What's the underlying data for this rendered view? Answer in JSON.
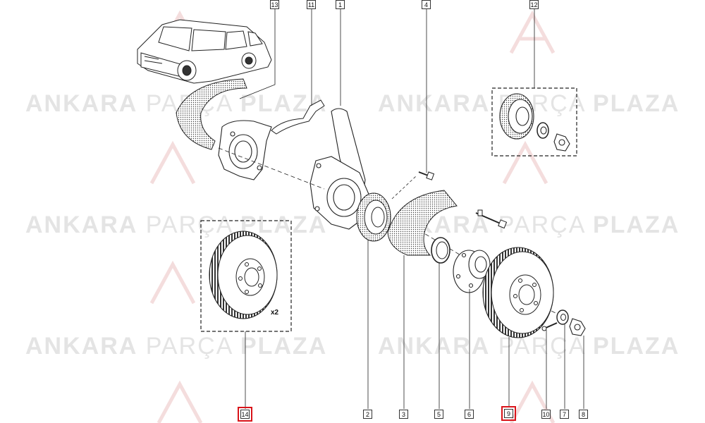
{
  "watermark": {
    "word1": "ANKARA",
    "word2": "PARÇA",
    "word3": "PLAZA"
  },
  "qty_note": "x2",
  "callouts": [
    {
      "label": "13",
      "highlight": false
    },
    {
      "label": "11",
      "highlight": false
    },
    {
      "label": "1",
      "highlight": false
    },
    {
      "label": "4",
      "highlight": false
    },
    {
      "label": "12",
      "highlight": false
    },
    {
      "label": "14",
      "highlight": true
    },
    {
      "label": "2",
      "highlight": false
    },
    {
      "label": "3",
      "highlight": false
    },
    {
      "label": "5",
      "highlight": false
    },
    {
      "label": "6",
      "highlight": false
    },
    {
      "label": "9",
      "highlight": true
    },
    {
      "label": "10",
      "highlight": false
    },
    {
      "label": "7",
      "highlight": false
    },
    {
      "label": "8",
      "highlight": false
    }
  ],
  "colors": {
    "highlight": "#d9141a",
    "watermark": "#e4e4e4",
    "line": "#222222"
  }
}
